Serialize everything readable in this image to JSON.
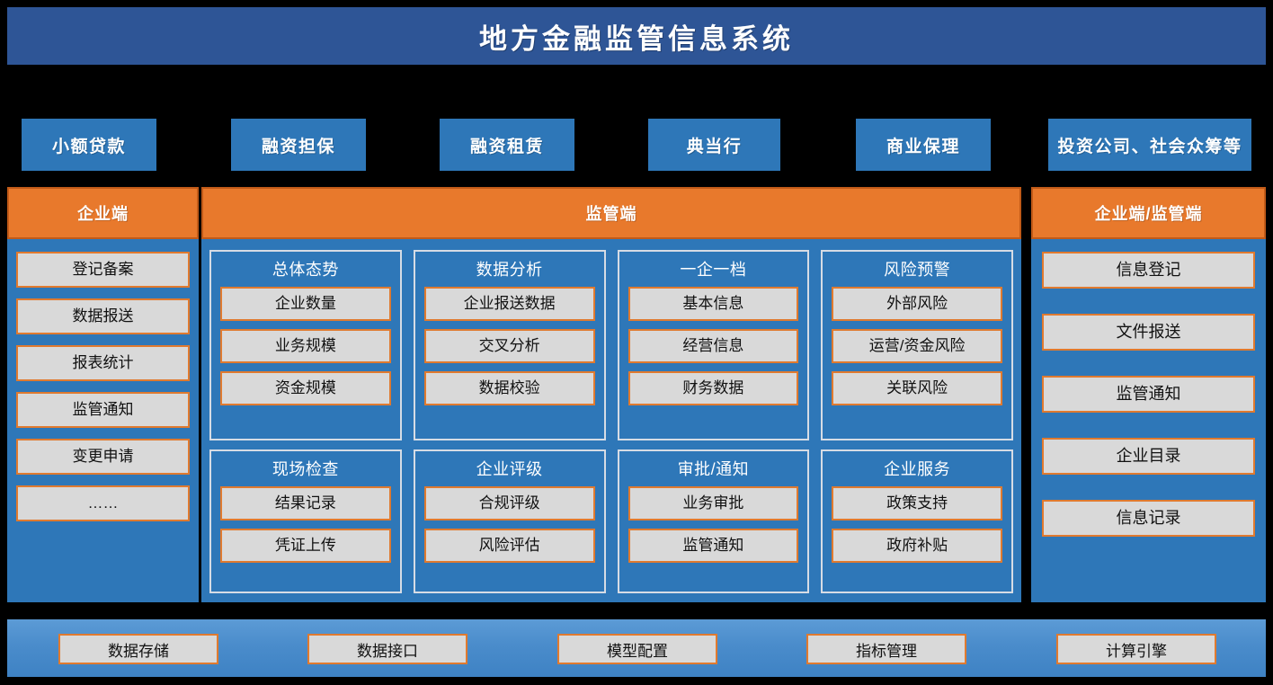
{
  "header": {
    "title": "地方金融监管信息系统",
    "title_bg": "#2E5596"
  },
  "colors": {
    "accent_blue": "#2E77B8",
    "accent_orange": "#E8792C",
    "chip_bg": "#D9D9D9",
    "chip_border": "#E07A2F",
    "card_border": "#D6DCE5",
    "footer_blue": "#4A8CCB"
  },
  "categories": [
    {
      "label": "小额贷款"
    },
    {
      "label": "融资担保"
    },
    {
      "label": "融资租赁"
    },
    {
      "label": "典当行"
    },
    {
      "label": "商业保理"
    },
    {
      "label": "投资公司、社会众筹等"
    }
  ],
  "panels": {
    "left": {
      "head": "企业端",
      "items": [
        {
          "label": "登记备案"
        },
        {
          "label": "数据报送"
        },
        {
          "label": "报表统计"
        },
        {
          "label": "监管通知"
        },
        {
          "label": "变更申请"
        },
        {
          "label": "……"
        }
      ]
    },
    "middle": {
      "head": "监管端",
      "groups": [
        {
          "title": "总体态势",
          "items": [
            {
              "label": "企业数量"
            },
            {
              "label": "业务规模"
            },
            {
              "label": "资金规模"
            }
          ]
        },
        {
          "title": "数据分析",
          "items": [
            {
              "label": "企业报送数据"
            },
            {
              "label": "交叉分析"
            },
            {
              "label": "数据校验"
            }
          ]
        },
        {
          "title": "一企一档",
          "items": [
            {
              "label": "基本信息"
            },
            {
              "label": "经营信息"
            },
            {
              "label": "财务数据"
            }
          ]
        },
        {
          "title": "风险预警",
          "items": [
            {
              "label": "外部风险"
            },
            {
              "label": "运营/资金风险"
            },
            {
              "label": "关联风险"
            }
          ]
        },
        {
          "title": "现场检查",
          "items": [
            {
              "label": "结果记录"
            },
            {
              "label": "凭证上传"
            }
          ]
        },
        {
          "title": "企业评级",
          "items": [
            {
              "label": "合规评级"
            },
            {
              "label": "风险评估"
            }
          ]
        },
        {
          "title": "审批/通知",
          "items": [
            {
              "label": "业务审批"
            },
            {
              "label": "监管通知"
            }
          ]
        },
        {
          "title": "企业服务",
          "items": [
            {
              "label": "政策支持"
            },
            {
              "label": "政府补贴"
            }
          ]
        }
      ]
    },
    "right": {
      "head": "企业端/监管端",
      "items": [
        {
          "label": "信息登记"
        },
        {
          "label": "文件报送"
        },
        {
          "label": "监管通知"
        },
        {
          "label": "企业目录"
        },
        {
          "label": "信息记录"
        }
      ]
    }
  },
  "footer": {
    "items": [
      {
        "label": "数据存储"
      },
      {
        "label": "数据接口"
      },
      {
        "label": "模型配置"
      },
      {
        "label": "指标管理"
      },
      {
        "label": "计算引擎"
      }
    ]
  }
}
